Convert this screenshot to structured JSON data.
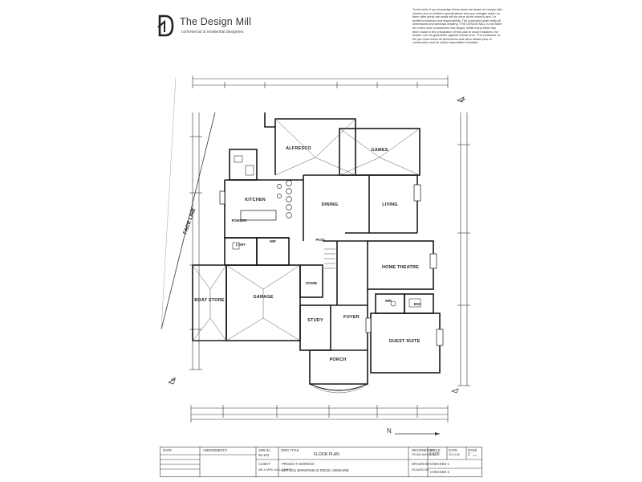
{
  "logo": {
    "name": "The Design Mill",
    "tagline": "commercial & residential designers",
    "mark_icon": "design-mill-logo-icon"
  },
  "disclaimer": "To the best of my knowledge these plans are drawn to comply with owners and or builder's specifications and any changes made on them after prints are made will be done at the owner's and / or builder's expense and responsibility. The contractor shall verify all dimensions and windows drawing. THE DESIGN MILL is not liable for errors once construction has begun. While every effort has been made in the preparation of this plan to avoid mistakes, the drawer can not guarantee against human error. The contractor of the job must check all dimensions and other details prior to construction and be solely responsible thereafter.",
  "rooms": {
    "alfresco": "ALFRESCO",
    "games": "GAMES",
    "kitchen": "KITCHEN",
    "dining": "DINING",
    "living": "LIVING",
    "powder": "POWDER",
    "laundry": "L'DRY",
    "wip": "WIP",
    "passage": "PASS",
    "home_theatre": "HOME THEATRE",
    "store": "STORE",
    "garage": "GARAGE",
    "boat_store": "BOAT STORE",
    "study": "STUDY",
    "foyer": "FOYER",
    "wir": "WIR",
    "ens": "ENS",
    "guest_suite": "GUEST SUITE",
    "porch": "PORCH"
  },
  "boundary_label": "FACE LINE",
  "north_label": "N",
  "title_block": {
    "date_header": "DATE",
    "amendments_header": "AMENDMENTS",
    "job_no_label": "JOB No.",
    "job_no": "06-103",
    "dwg_title_label": "DWG TITLE",
    "dwg_title": "FLOOR PLAN",
    "designed_by_label": "DESIGNED BY:",
    "designed_by": "TEGAN NANSCOA",
    "scale_label": "SCALE",
    "scale": "1:100",
    "date_label": "DATE",
    "date": "20-10-06",
    "page_label": "PAGE",
    "page": "2",
    "page_of": "of 4",
    "client_label": "CLIENT",
    "client": "MR & MRS GALLAGHER",
    "address_label": "PROJECT ADDRESS",
    "address": "LOT 1011 BIRKERHEAD RIDGE, MINDARIE",
    "drawn_by_label": "DRAWN BY:",
    "drawn_by": "RICHARD BN",
    "checked_1": "CHECKED 1",
    "checked_2": "CHECKED 2"
  }
}
